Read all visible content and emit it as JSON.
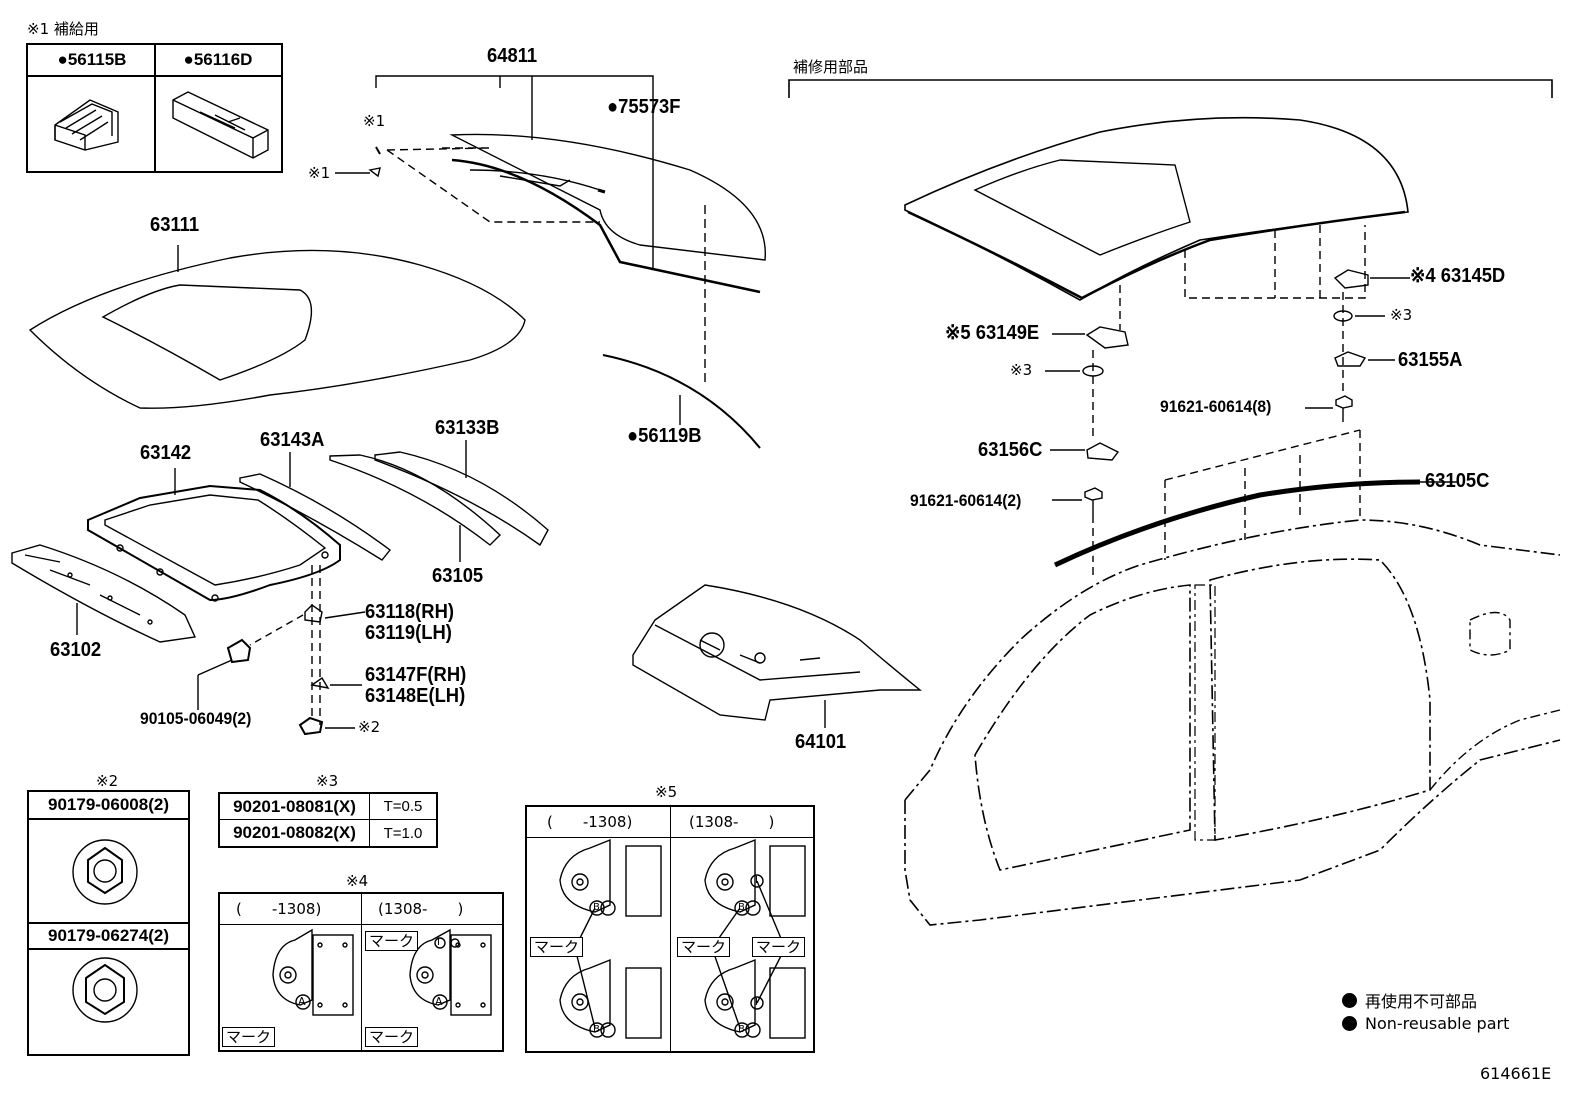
{
  "supply": {
    "note": "※1 補給用",
    "parts": [
      "●56115B",
      "●56116D"
    ]
  },
  "repair_title": "補修用部品",
  "labels": {
    "p64811": "64811",
    "s1a": "※1",
    "s1b": "※1",
    "p75573F": "●75573F",
    "p63111": "63111",
    "p56119B": "●56119B",
    "p63142": "63142",
    "p63143A": "63143A",
    "p63133B": "63133B",
    "p63105": "63105",
    "p63102": "63102",
    "p63118": "63118(RH)",
    "p63119": "63119(LH)",
    "p63147F": "63147F(RH)",
    "p63148E": "63148E(LH)",
    "p90105": "90105-06049(2)",
    "s2": "※2",
    "p64101": "64101",
    "p63145D": "※4 63145D",
    "s3r": "※3",
    "p63149E": "※5 63149E",
    "s3l": "※3",
    "p63155A": "63155A",
    "p91621a": "91621-60614(8)",
    "p63156C": "63156C",
    "p91621b": "91621-60614(2)",
    "p63105C": "63105C"
  },
  "note2": {
    "title": "※2",
    "rows": [
      "90179-06008(2)",
      "90179-06274(2)"
    ]
  },
  "note3": {
    "title": "※3",
    "rows": [
      [
        "90201-08081(X)",
        "T=0.5"
      ],
      [
        "90201-08082(X)",
        "T=1.0"
      ]
    ]
  },
  "note4": {
    "title": "※4",
    "cols": [
      "(　　-1308)",
      "(1308-　　)"
    ],
    "mark": "マーク",
    "symA": "A",
    "symI": "I"
  },
  "note5": {
    "title": "※5",
    "cols": [
      "(　　-1308)",
      "(1308-　　)"
    ],
    "mark": "マーク",
    "symB": "B",
    "symI": "I"
  },
  "legend": {
    "ja": "再使用不可部品",
    "en": "Non-reusable part"
  },
  "figure_id": "614661E"
}
